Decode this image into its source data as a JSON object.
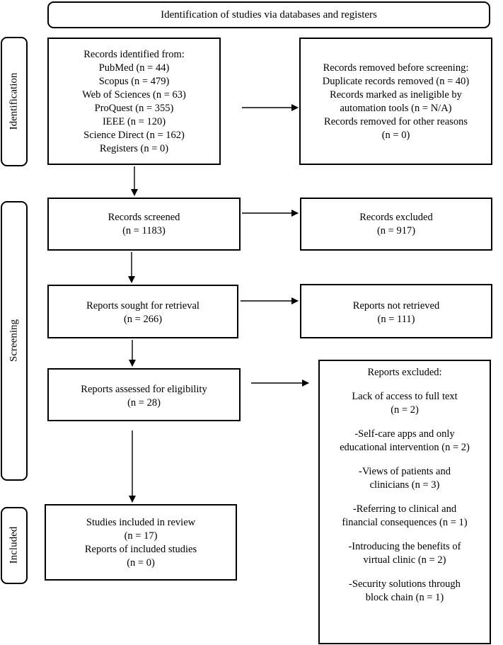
{
  "header": {
    "title": "Identification of studies via databases and registers"
  },
  "phases": {
    "identification": "Identification",
    "screening": "Screening",
    "included": "Included"
  },
  "identified": {
    "lines": [
      "Records identified from:",
      "PubMed (n = 44)",
      "Scopus (n = 479)",
      "Web of Sciences (n = 63)",
      "ProQuest (n = 355)",
      "IEEE (n = 120)",
      "Science Direct (n = 162)",
      "Registers (n = 0)"
    ]
  },
  "removed": {
    "lines": [
      "Records removed before screening:",
      "Duplicate records removed (n = 40)",
      "Records marked as ineligible by",
      "automation tools (n = N/A)",
      "Records removed for other reasons",
      "(n = 0)"
    ]
  },
  "screened": {
    "lines": [
      "Records screened",
      "(n = 1183)"
    ]
  },
  "excluded": {
    "lines": [
      "Records excluded",
      "(n = 917)"
    ]
  },
  "sought": {
    "lines": [
      "Reports sought for retrieval",
      "(n = 266)"
    ]
  },
  "not_retrieved": {
    "lines": [
      "Reports not retrieved",
      "(n = 111)"
    ]
  },
  "assessed": {
    "lines": [
      "Reports assessed for eligibility",
      "(n = 28)"
    ]
  },
  "reports_excluded": {
    "title": "Reports excluded:",
    "reasons": [
      [
        "Lack of access to full text",
        "(n = 2)"
      ],
      [
        "-Self-care apps and only",
        "educational intervention (n = 2)"
      ],
      [
        "-Views of patients and",
        "clinicians (n = 3)"
      ],
      [
        "-Referring to clinical and",
        "financial consequences (n = 1)"
      ],
      [
        "-Introducing the benefits of",
        "virtual clinic (n = 2)"
      ],
      [
        "-Security solutions through",
        "block chain (n = 1)"
      ]
    ]
  },
  "included_box": {
    "lines": [
      "Studies included in review",
      "(n = 17)",
      "Reports of included studies",
      "(n = 0)"
    ]
  }
}
